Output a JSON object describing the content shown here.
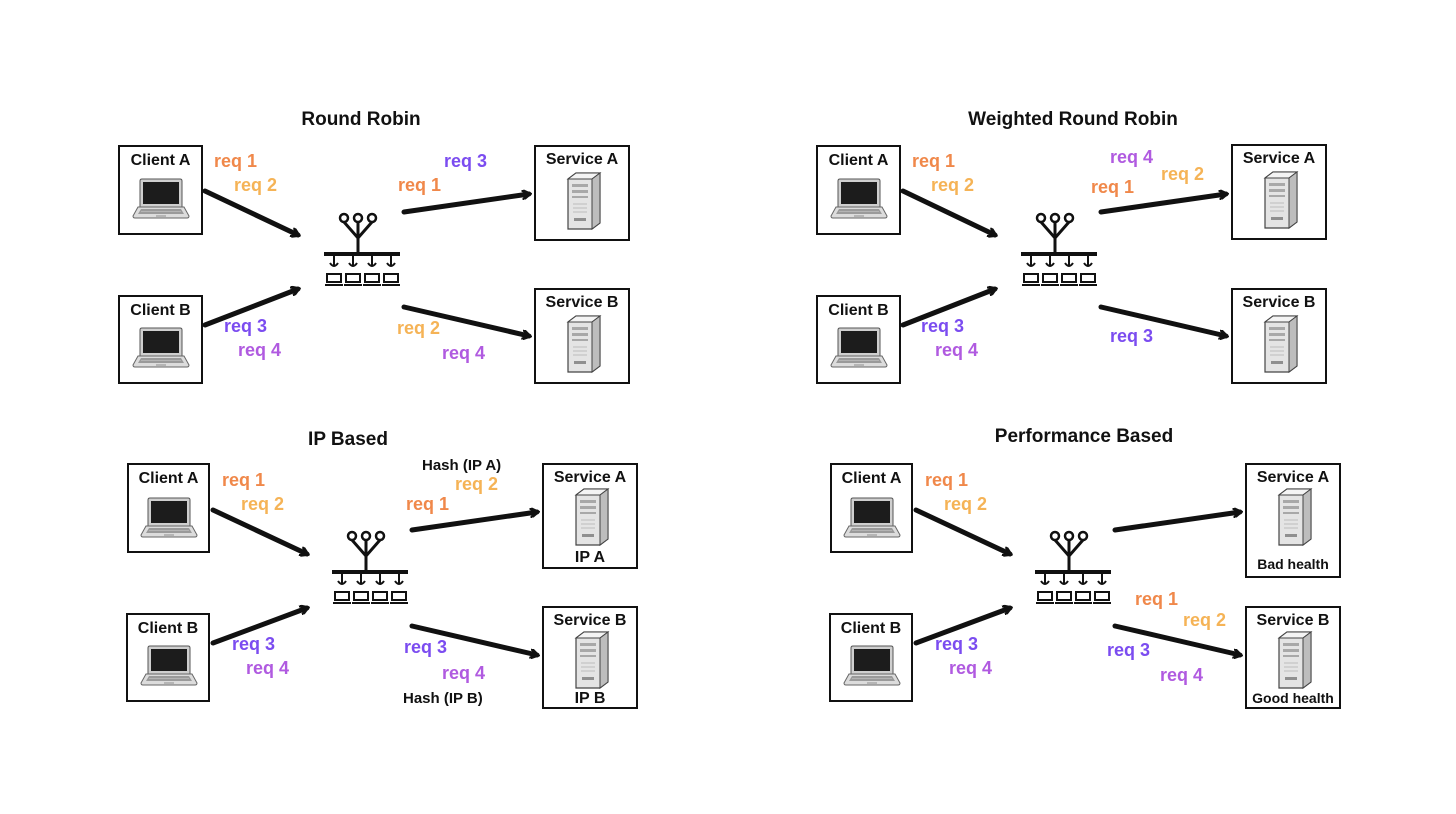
{
  "colors": {
    "req1": "#f0884a",
    "req2": "#f5b356",
    "req3": "#7b4cf0",
    "req4": "#b05ae0",
    "ink": "#111111"
  },
  "labels": {
    "client_a": "Client A",
    "client_b": "Client B",
    "service_a": "Service A",
    "service_b": "Service B",
    "req1": "req 1",
    "req2": "req 2",
    "req3": "req 3",
    "req4": "req 4"
  },
  "panels": {
    "round_robin": {
      "title": "Round Robin"
    },
    "weighted": {
      "title": "Weighted Round Robin"
    },
    "ip_based": {
      "title": "IP Based",
      "hash_a": "Hash (IP A)",
      "hash_b": "Hash (IP B)",
      "ip_a": "IP A",
      "ip_b": "IP B"
    },
    "performance": {
      "title": "Performance Based",
      "bad": "Bad health",
      "good": "Good health"
    }
  },
  "icons": [
    "laptop-icon",
    "server-icon",
    "load-balancer-icon",
    "arrow-icon"
  ]
}
